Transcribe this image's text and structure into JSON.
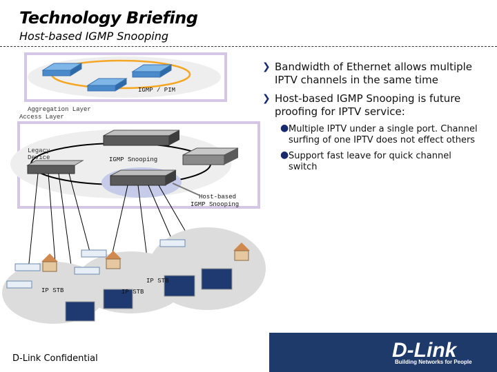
{
  "slide": {
    "title": "Technology Briefing",
    "subtitle": "Host-based IGMP Snooping"
  },
  "diagram": {
    "label_igmp_pim": "IGMP / PIM",
    "label_aggregation": "Aggregation Layer",
    "label_access": "Access Layer",
    "label_legacy_1": "Legacy",
    "label_legacy_2": "Device",
    "label_igmp_snooping": "IGMP Snooping",
    "label_host_based_1": "Host-based",
    "label_host_based_2": "IGMP Snooping",
    "label_ipstb_1": "IP STB",
    "label_ipstb_2": "IP STB",
    "label_ipstb_3": "IP STB"
  },
  "bullets": [
    {
      "text": "Bandwidth of Ethernet allows multiple IPTV channels in the same time"
    },
    {
      "text": "Host-based IGMP Snooping is future proofing for IPTV service:"
    }
  ],
  "sub_bullets": [
    {
      "text": "Multiple IPTV under a single port. Channel surfing of one IPTV does not effect others"
    },
    {
      "text": "Support fast leave for quick channel switch"
    }
  ],
  "footer": {
    "confidential": "D-Link Confidential",
    "logo": "D-Link",
    "tagline": "Building Networks for People"
  }
}
